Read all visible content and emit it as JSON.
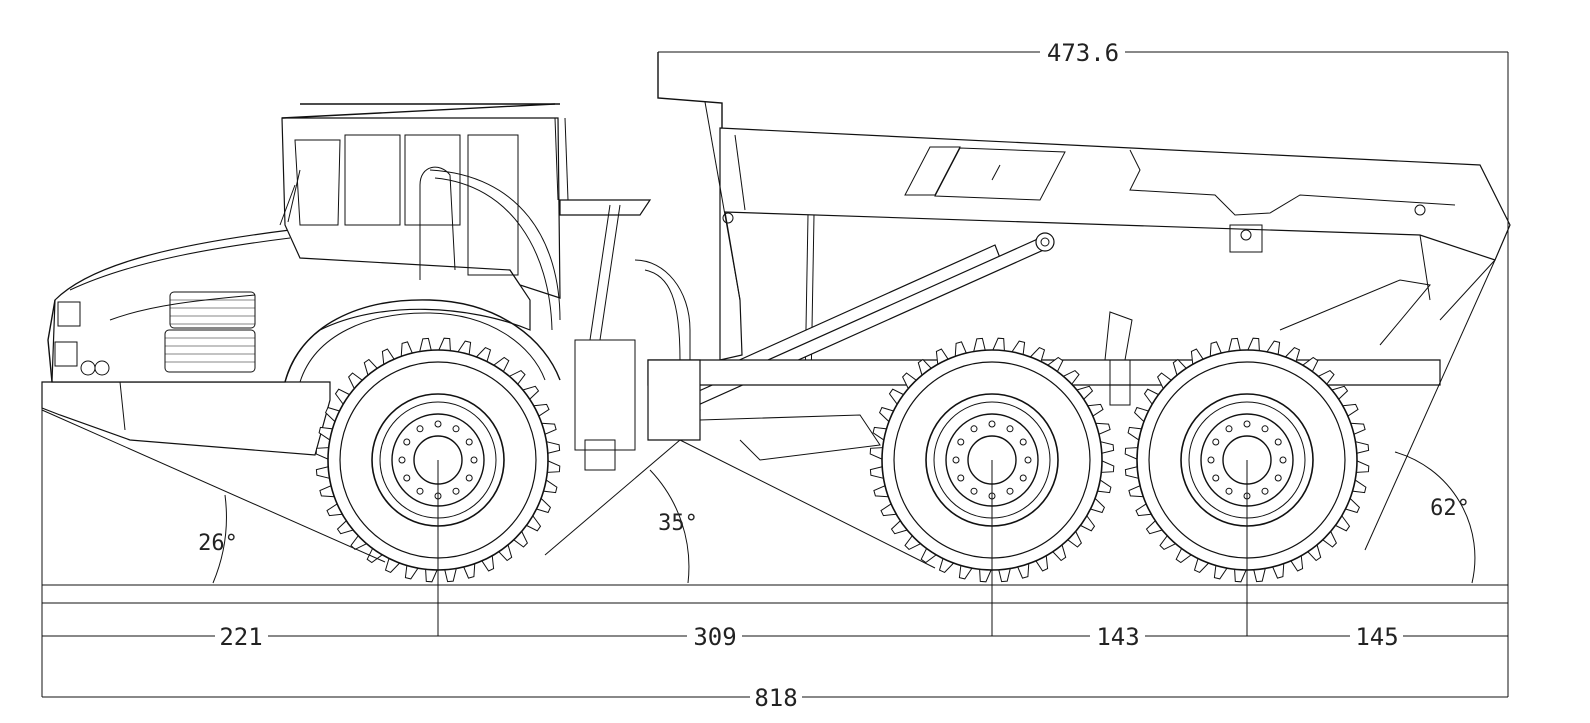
{
  "dimensions": {
    "body_length": "473.6",
    "front_overhang": "221",
    "wheelbase_front": "309",
    "bogie_spacing": "143",
    "rear_overhang": "145",
    "overall_length": "818"
  },
  "angles": {
    "approach": "26°",
    "ramp": "35°",
    "departure": "62°"
  },
  "colors": {
    "line": "#111111",
    "background": "#ffffff"
  }
}
